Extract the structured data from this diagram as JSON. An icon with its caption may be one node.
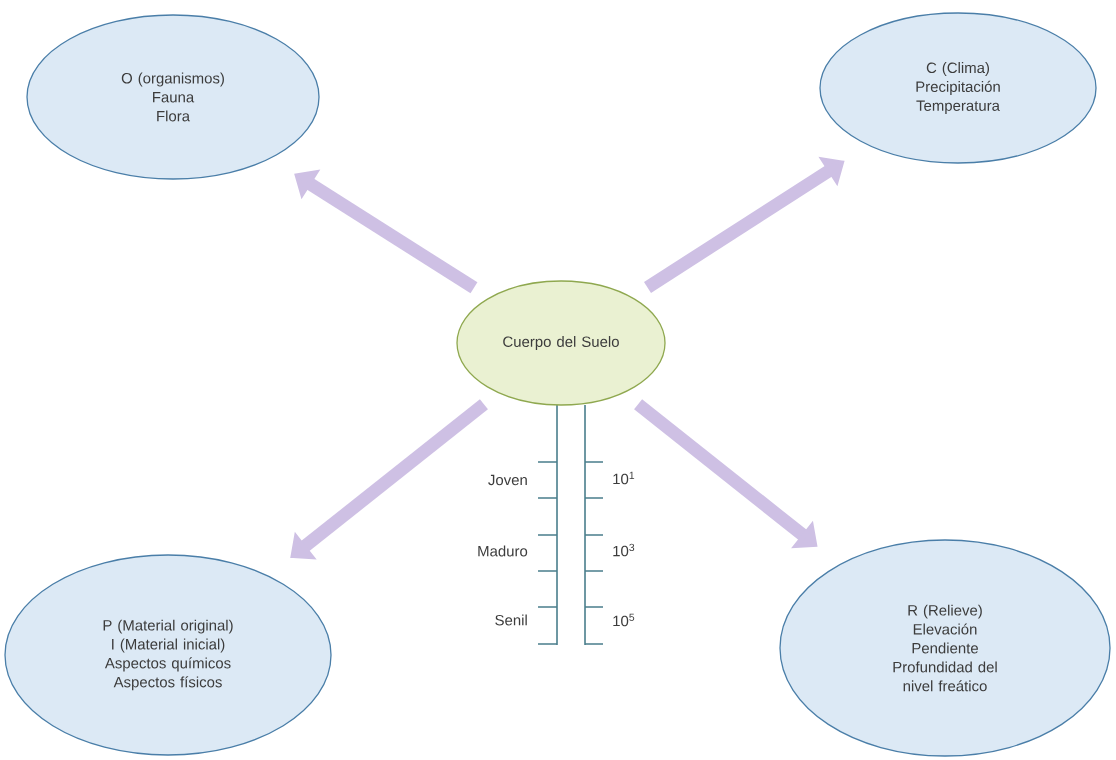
{
  "diagram": {
    "nodes": [
      {
        "text": [
          "O (organismos)",
          "Fauna",
          "Flora"
        ]
      },
      {
        "text": [
          "C (Clima)",
          "Precipitación",
          "Temperatura"
        ]
      },
      {
        "text": [
          "Cuerpo del Suelo"
        ]
      },
      {
        "text": [
          "P (Material original)",
          "I (Material inicial)",
          "Aspectos químicos",
          "Aspectos físicos"
        ]
      },
      {
        "text": [
          "R (Relieve)",
          "Elevación",
          "Pendiente",
          "Profundidad del nivel freático"
        ]
      }
    ],
    "edges": [
      {
        "from": 2,
        "to": 0,
        "arrow": "to"
      },
      {
        "from": 2,
        "to": 1,
        "arrow": "to"
      },
      {
        "from": 2,
        "to": 3,
        "arrow": "to"
      },
      {
        "from": 2,
        "to": 4,
        "arrow": "to"
      }
    ],
    "labels": [
      "Joven",
      "10$^{1}$",
      "Maduro",
      "10$^{3}$",
      "Senil",
      "10$^{5}$"
    ]
  }
}
